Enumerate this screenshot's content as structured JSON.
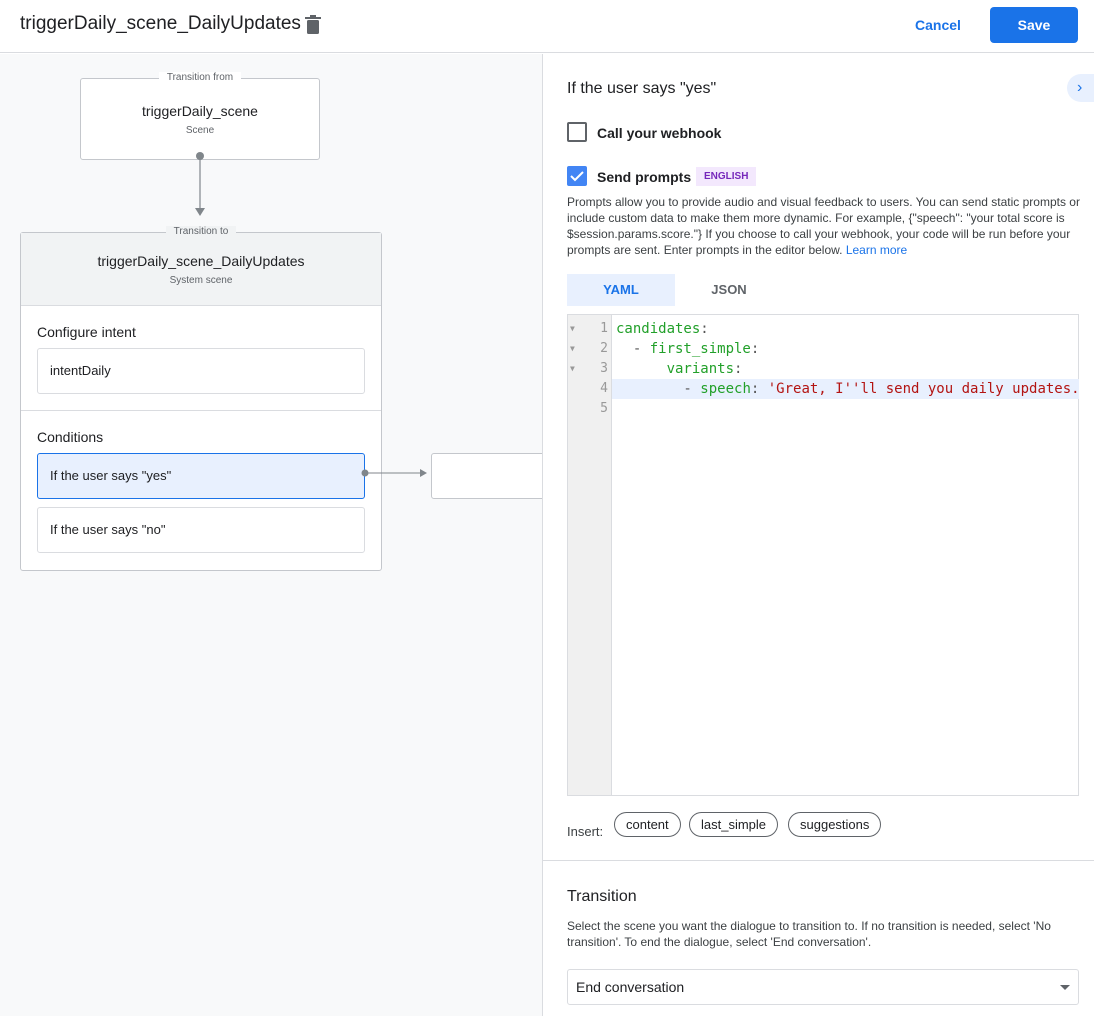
{
  "header": {
    "title": "triggerDaily_scene_DailyUpdates",
    "cancel": "Cancel",
    "save": "Save"
  },
  "canvas": {
    "from": {
      "legend": "Transition from",
      "name": "triggerDaily_scene",
      "type": "Scene"
    },
    "to": {
      "legend": "Transition to",
      "name": "triggerDaily_scene_DailyUpdates",
      "type": "System scene"
    },
    "configure_intent": {
      "label": "Configure intent",
      "intent": "intentDaily"
    },
    "conditions": {
      "label": "Conditions",
      "items": [
        "If the user says \"yes\"",
        "If the user says \"no\""
      ]
    }
  },
  "panel": {
    "title": "If the user says \"yes\"",
    "webhook": {
      "label": "Call your webhook",
      "checked": false
    },
    "prompts": {
      "label": "Send prompts",
      "checked": true,
      "badge": "ENGLISH",
      "description": "Prompts allow you to provide audio and visual feedback to users. You can send static prompts or include custom data to make them more dynamic. For example, {\"speech\": \"your total score is $session.params.score.\"} If you choose to call your webhook, your code will be run before your prompts are sent. Enter prompts in the editor below.",
      "learn_more": "Learn more"
    },
    "tabs": [
      "YAML",
      "JSON"
    ],
    "active_tab": "YAML",
    "code": {
      "l1": "candidates",
      "l2": "first_simple",
      "l3": "variants",
      "l4k": "speech",
      "l4v": "'Great, I''ll send you daily updates."
    },
    "insert": {
      "label": "Insert:",
      "chips": [
        "content",
        "last_simple",
        "suggestions"
      ]
    },
    "transition": {
      "title": "Transition",
      "description": "Select the scene you want the dialogue to transition to. If no transition is needed, select 'No transition'. To end the dialogue, select 'End conversation'.",
      "selected": "End conversation"
    }
  },
  "colors": {
    "accent": "#1a73e8",
    "badge_bg": "#f3e8fd",
    "badge_text": "#7627bb",
    "yaml_key": "#22a02a",
    "yaml_string": "#b31412"
  }
}
